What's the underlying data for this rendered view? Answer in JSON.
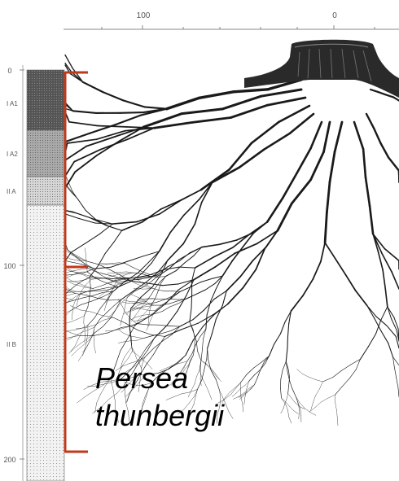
{
  "scale_top": {
    "ticks": [
      "100",
      "0"
    ]
  },
  "depth_axis": {
    "ticks": [
      "0",
      "100",
      "200"
    ]
  },
  "horizons": [
    "I A1",
    "I A2",
    "II A",
    "II B"
  ],
  "species": {
    "line1": "Persea",
    "line2": "thunbergii"
  },
  "colors": {
    "bracket": "#c0391b",
    "root": "#1a1a1a",
    "label": "#000000"
  }
}
